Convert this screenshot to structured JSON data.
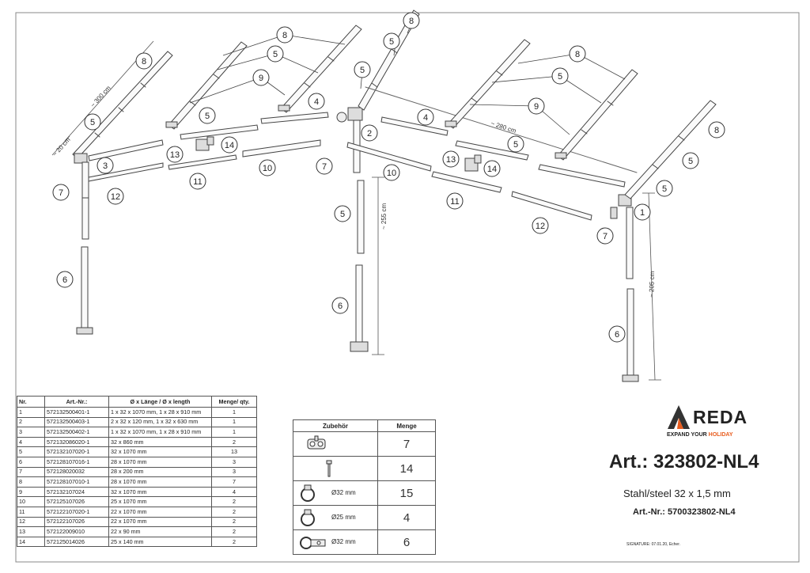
{
  "callouts": {
    "c1": "1",
    "c2": "2",
    "c3": "3",
    "c4": "4",
    "c5": "5",
    "c6": "6",
    "c7": "7",
    "c8": "8",
    "c9": "9",
    "c10": "10",
    "c11": "11",
    "c12": "12",
    "c13": "13",
    "c14": "14"
  },
  "dimensions": {
    "rafter_length": "~ 300 cm",
    "side_short": "~ 20 cm",
    "ridge_length": "~ 280 cm",
    "front_height": "~ 255 cm",
    "rear_height": "~ 205 cm"
  },
  "parts_table": {
    "headers": [
      "Nr.",
      "Art.-Nr.:",
      "Ø x Länge / Ø x length",
      "Menge/ qty."
    ],
    "rows": [
      [
        "1",
        "572132500401-1",
        "1 x 32 x 1070 mm, 1 x 28 x 910 mm",
        "1"
      ],
      [
        "2",
        "572132500403-1",
        "2 x 32 x 120 mm, 1 x 32 x 630 mm",
        "1"
      ],
      [
        "3",
        "572132500402-1",
        "1 x 32 x 1070 mm, 1 x 28 x 910 mm",
        "1"
      ],
      [
        "4",
        "572132086020-1",
        "32 x 860 mm",
        "2"
      ],
      [
        "5",
        "572132107020-1",
        "32 x 1070 mm",
        "13"
      ],
      [
        "6",
        "572128107016-1",
        "28 x 1070 mm",
        "3"
      ],
      [
        "7",
        "572128020032",
        "28 x 200 mm",
        "3"
      ],
      [
        "8",
        "572128107010-1",
        "28 x 1070 mm",
        "7"
      ],
      [
        "9",
        "572132107024",
        "32 x 1070 mm",
        "4"
      ],
      [
        "10",
        "572125107026",
        "25 x 1070 mm",
        "2"
      ],
      [
        "11",
        "572122107020-1",
        "22 x 1070 mm",
        "2"
      ],
      [
        "12",
        "572122107026",
        "22 x 1070 mm",
        "2"
      ],
      [
        "13",
        "572122009010",
        "22 x 90 mm",
        "2"
      ],
      [
        "14",
        "572125014026",
        "25 x 140 mm",
        "2"
      ]
    ]
  },
  "accessories_table": {
    "headers": [
      "Zubehör",
      "Menge"
    ],
    "rows": [
      {
        "icon": "joint-clamp-icon",
        "label": "",
        "qty": "7"
      },
      {
        "icon": "screw-icon",
        "label": "",
        "qty": "14"
      },
      {
        "icon": "pipe-clip-icon",
        "label": "Ø32 mm",
        "qty": "15"
      },
      {
        "icon": "pipe-clip-icon",
        "label": "Ø25 mm",
        "qty": "4"
      },
      {
        "icon": "double-clip-icon",
        "label": "Ø32 mm",
        "qty": "6"
      }
    ]
  },
  "brand": {
    "name": "REDA",
    "tagline_prefix": "EXPAND YOUR ",
    "tagline_highlight": "HOLIDAY",
    "accent_color": "#e85d1f"
  },
  "title": "Art.: 323802-NL4",
  "material": "Stahl/steel 32 x 1,5 mm",
  "article_number": "Art.-Nr.: 5700323802-NL4",
  "signature": "SIGNATURE: 07.01.20, Echer."
}
